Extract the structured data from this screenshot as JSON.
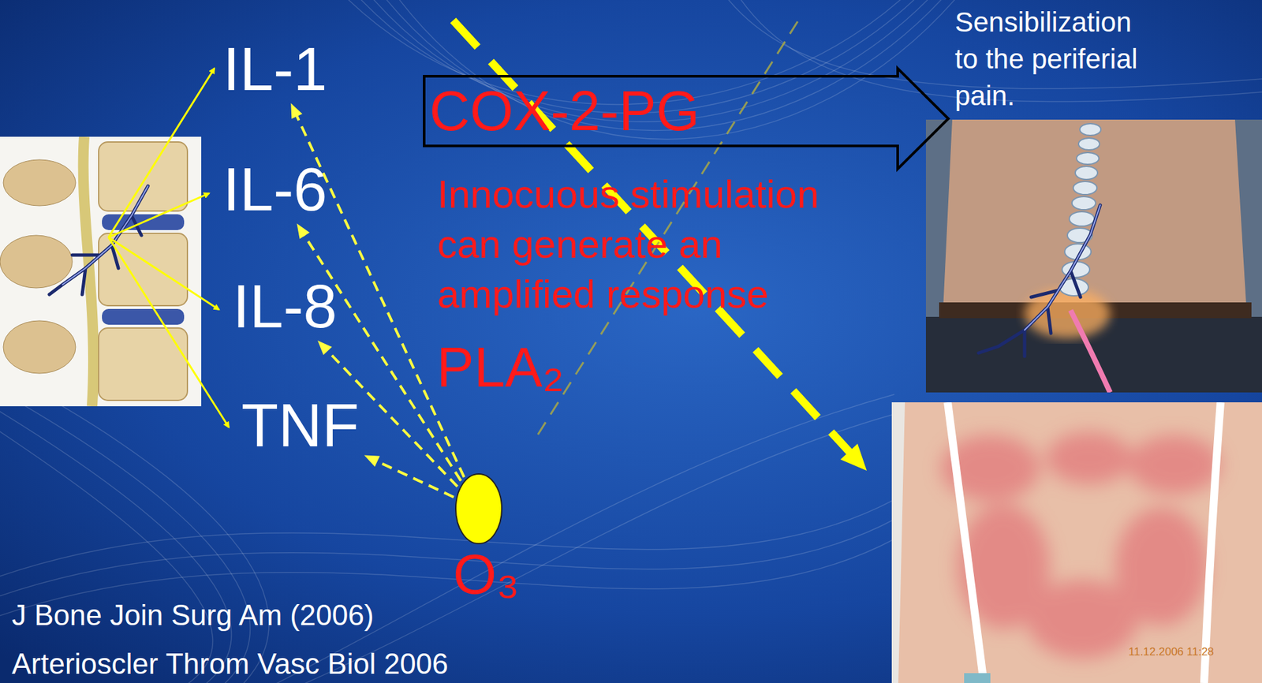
{
  "diagram": {
    "nodes": [
      {
        "text": [
          "IL-1"
        ]
      },
      {
        "text": [
          "IL-6"
        ]
      },
      {
        "text": [
          "IL-8"
        ]
      },
      {
        "text": [
          "TNF"
        ]
      },
      {
        "text": [
          "COX-2-PG"
        ]
      },
      {
        "text": [
          "O₃"
        ]
      }
    ],
    "edges": [
      {
        "from": 5,
        "to": 0,
        "arrow": "to"
      },
      {
        "from": 5,
        "to": 1,
        "arrow": "to"
      },
      {
        "from": 5,
        "to": 2,
        "arrow": "to"
      },
      {
        "from": 5,
        "to": 3,
        "arrow": "to"
      }
    ],
    "labels": [
      "Innocuous stimulation can generate an amplified response",
      "PLA₂",
      "Sensibilization to the periferial pain.",
      "J Bone Join Surg Am (2006)",
      "Arterioscler Throm Vasc Biol 2006",
      "11.12.2006 11:28"
    ]
  }
}
